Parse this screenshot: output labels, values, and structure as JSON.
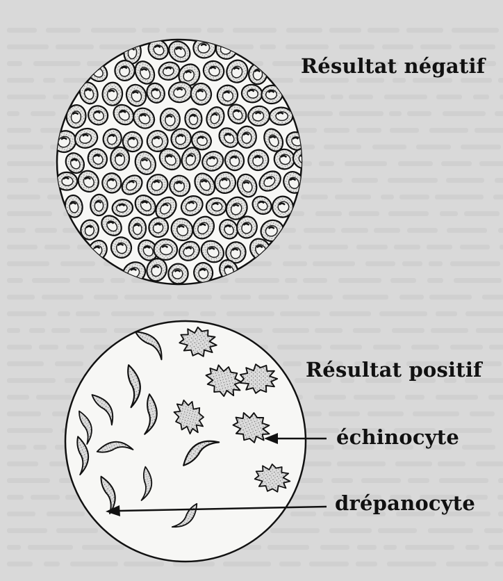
{
  "figure": {
    "negative_label": "Résultat négatif",
    "positive_label": "Résultat positif",
    "echinocyte_label": "échinocyte",
    "drepanocyte_label": "drépanocyte"
  },
  "colors": {
    "background": "#d9d9d9",
    "circle_fill": "#f7f7f5",
    "ink": "#111111",
    "cell_stipple": "#9a9a9a",
    "faded_text": "#b9b9b9"
  }
}
